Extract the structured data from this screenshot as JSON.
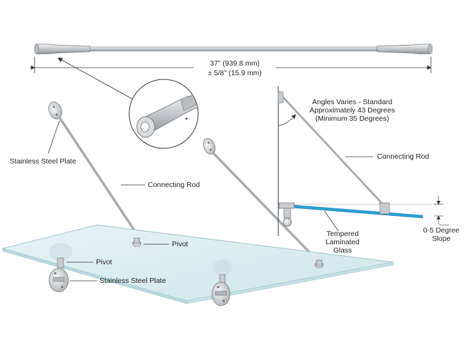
{
  "dimension": {
    "length": "37\" (939.8 mm)",
    "tolerance": "± 5/8\" (15.9 mm)"
  },
  "labels": {
    "plate_top": "Stainless Steel Plate",
    "plate_bottom": "Stainless Steel Plate",
    "connecting_rod_main": "Connecting Rod",
    "connecting_rod_side": "Connecting Rod",
    "pivot_upper": "Pivot",
    "pivot_lower": "Pivot",
    "glass_line1": "Tempered",
    "glass_line2": "Laminated",
    "glass_line3": "Glass",
    "slope_line1": "0-5 Degree",
    "slope_line2": "Slope"
  },
  "angle_note": {
    "line1": "Angles Varies - Standard",
    "line2": "Approximately 43 Degrees",
    "line3": "(Minimum 35 Degrees)"
  },
  "colors": {
    "glass_fill": "#d9ecef",
    "glass_edge": "#9fc4cb",
    "glass_side_blue": "#2a9fd6",
    "steel": "#c9cdd1",
    "steel_dark": "#8a9096",
    "line": "#333333"
  }
}
